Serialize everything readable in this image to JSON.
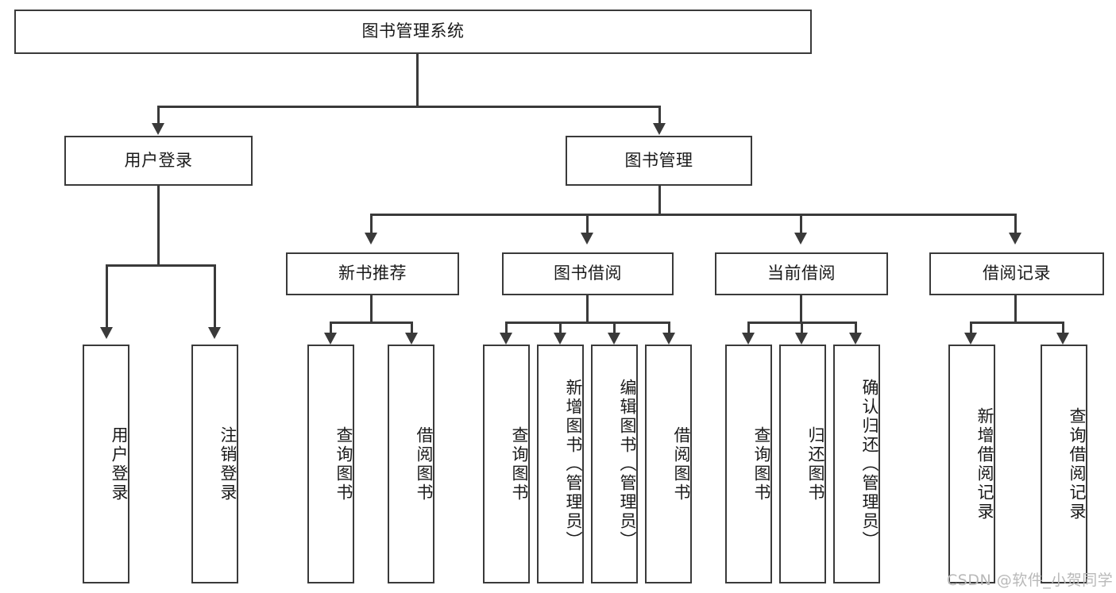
{
  "diagram": {
    "type": "tree",
    "title": "图书管理系统",
    "root": {
      "label": "图书管理系统"
    },
    "level1": [
      {
        "label": "用户登录"
      },
      {
        "label": "图书管理"
      }
    ],
    "level2": [
      {
        "label": "新书推荐"
      },
      {
        "label": "图书借阅"
      },
      {
        "label": "当前借阅"
      },
      {
        "label": "借阅记录"
      }
    ],
    "leaves": {
      "user_login": [
        {
          "label": "用户登录"
        },
        {
          "label": "注销登录"
        }
      ],
      "new_book_recommend": [
        {
          "label": "查询图书"
        },
        {
          "label": "借阅图书"
        }
      ],
      "book_borrow": [
        {
          "label": "查询图书"
        },
        {
          "label": "新增图书（管理员）"
        },
        {
          "label": "编辑图书（管理员）"
        },
        {
          "label": "借阅图书"
        }
      ],
      "current_borrow": [
        {
          "label": "查询图书"
        },
        {
          "label": "归还图书"
        },
        {
          "label": "确认归还（管理员）"
        }
      ],
      "borrow_record": [
        {
          "label": "新增借阅记录"
        },
        {
          "label": "查询借阅记录"
        }
      ]
    }
  },
  "watermark": {
    "text": "CSDN @软件_小贺同学"
  },
  "colors": {
    "stroke": "#3a3a3a",
    "background": "#ffffff",
    "text": "#1a1a1a",
    "watermark": "#b9b9b9"
  }
}
